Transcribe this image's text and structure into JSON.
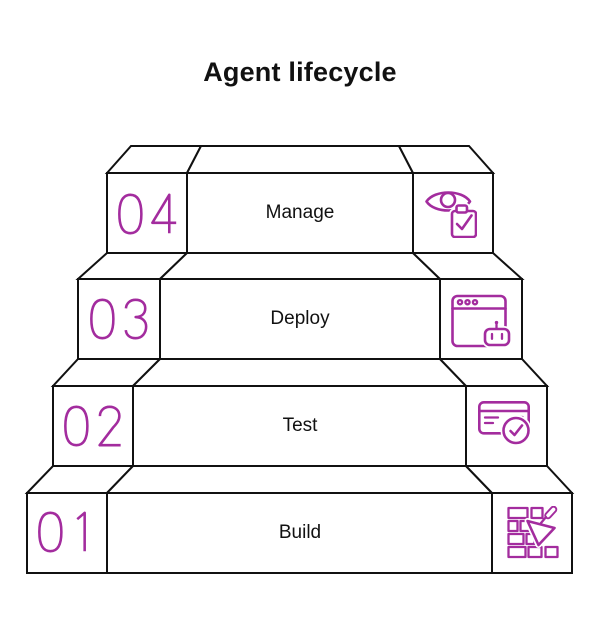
{
  "title": "Agent lifecycle",
  "colors": {
    "accent": "#A32C9E",
    "outline": "#111111",
    "text": "#111111",
    "background": "#FFFFFF"
  },
  "steps": [
    {
      "number": "04",
      "label": "Manage",
      "icon": "eye-clipboard-check-icon"
    },
    {
      "number": "03",
      "label": "Deploy",
      "icon": "browser-robot-icon"
    },
    {
      "number": "02",
      "label": "Test",
      "icon": "card-check-icon"
    },
    {
      "number": "01",
      "label": "Build",
      "icon": "bricks-trowel-icon"
    }
  ]
}
